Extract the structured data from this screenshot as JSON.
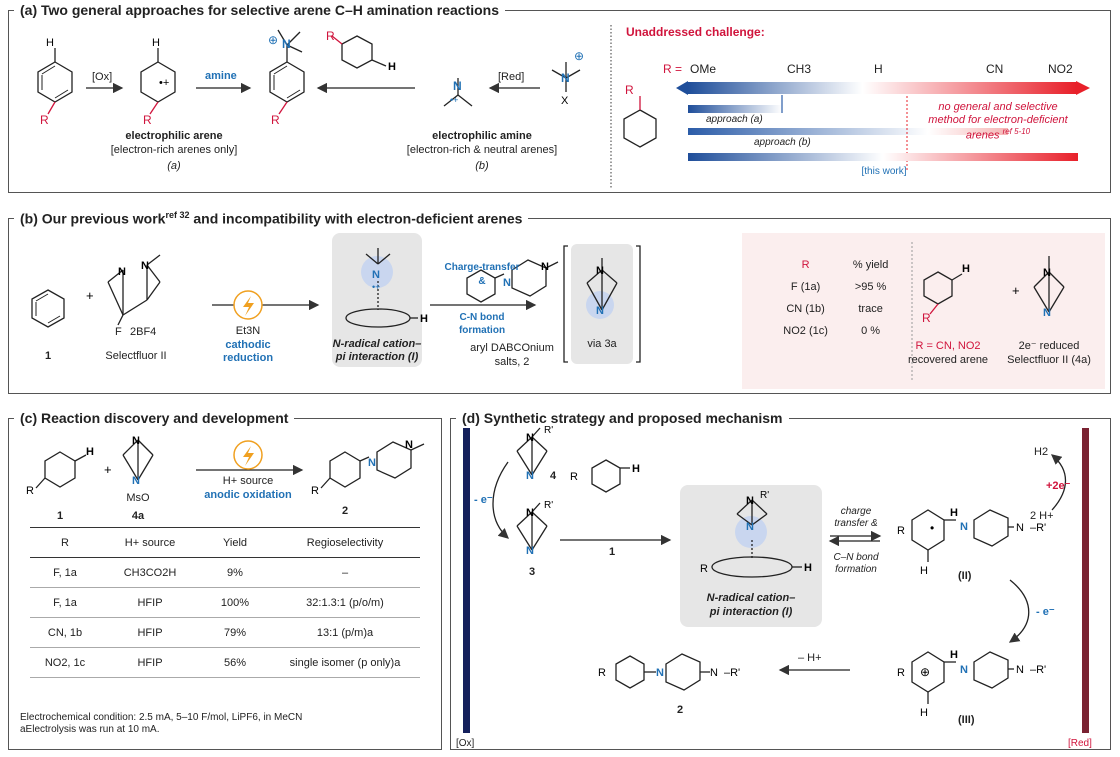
{
  "panel_a": {
    "title": "(a) Two general approaches for selective arene C–H amination reactions",
    "ox": "[Ox]",
    "amine": "amine",
    "red_reagent": "[Red]",
    "electrophilic_arene": "electrophilic arene",
    "electrophilic_arene_note": "[electron-rich arenes only]",
    "label_a": "(a)",
    "electrophilic_amine": "electrophilic amine",
    "electrophilic_amine_note": "[electron-rich & neutral arenes]",
    "label_b": "(b)",
    "challenge": "Unaddressed challenge:",
    "r_eq": "R =",
    "substituents": [
      "OMe",
      "CH3",
      "H",
      "CN",
      "NO2"
    ],
    "approach_a": "approach (a)",
    "approach_b": "approach (b)",
    "no_method": [
      "no general and selective",
      "method for electron-deficient",
      "arenes"
    ],
    "no_method_ref": "ref 5-10",
    "this_work": "[this work]",
    "colors": {
      "blue": "#1f4e9a",
      "red": "#e8202a"
    }
  },
  "panel_b": {
    "title": "(b) Our previous work",
    "title_ref": "ref 32",
    "title_tail": " and incompatibility with electron-deficient arenes",
    "label_1": "1",
    "selectfluor": "Selectfluor II",
    "bf4": "2BF4",
    "f_label": "F",
    "et3n": "Et3N",
    "cathodic": [
      "cathodic",
      "reduction"
    ],
    "interaction": [
      "N-radical cation–",
      "pi interaction (I)"
    ],
    "ct": [
      "Charge-transfer",
      "&",
      "C-N bond",
      "formation"
    ],
    "aryl": [
      "aryl DABCOnium",
      "salts, 2"
    ],
    "via": "via 3a",
    "yield_table": {
      "headers": [
        "R",
        "% yield"
      ],
      "rows": [
        [
          "F (1a)",
          ">95 %"
        ],
        [
          "CN (1b)",
          "trace"
        ],
        [
          "NO2 (1c)",
          "0 %"
        ]
      ]
    },
    "recovered_r": "R = CN, NO2",
    "recovered": "recovered arene",
    "reduced": [
      "2e⁻ reduced",
      "Selectfluor II (4a)"
    ]
  },
  "panel_c": {
    "title": "(c) Reaction discovery and development",
    "label_1": "1",
    "label_4a": "4a",
    "mso": "MsO",
    "label_2": "2",
    "h_source": "H+ source",
    "anodic": "anodic oxidation",
    "table": {
      "headers": [
        "R",
        "H+ source",
        "Yield",
        "Regioselectivity"
      ],
      "rows": [
        [
          "F, 1a",
          "CH3CO2H",
          "9%",
          "–"
        ],
        [
          "F, 1a",
          "HFIP",
          "100%",
          "32:1.3:1 (p/o/m)"
        ],
        [
          "CN, 1b",
          "HFIP",
          "79%",
          "13:1 (p/m)a"
        ],
        [
          "NO2, 1c",
          "HFIP",
          "56%",
          "single isomer (p only)a"
        ]
      ]
    },
    "footnote_1": "Electrochemical condition: 2.5 mA, 5–10 F/mol, LiPF6, in MeCN",
    "footnote_2": "aElectrolysis was run at 10 mA."
  },
  "panel_d": {
    "title": "(d) Synthetic strategy and proposed mechanism",
    "ox": "[Ox]",
    "red": "[Red]",
    "label_4": "4",
    "label_3": "3",
    "label_1": "1",
    "label_2": "2",
    "minus_e": "- e⁻",
    "interaction": [
      "N-radical cation–",
      "pi interaction (I)"
    ],
    "ct": [
      "charge",
      "transfer &",
      "C–N bond",
      "formation"
    ],
    "int_ii": "(II)",
    "int_iii": "(III)",
    "minus_h": "– H+",
    "h2": "H2",
    "plus_2e": "+2e⁻",
    "two_h": "2 H+",
    "colors": {
      "ox_bar": "#14205c",
      "red_bar": "#7a2232"
    }
  }
}
